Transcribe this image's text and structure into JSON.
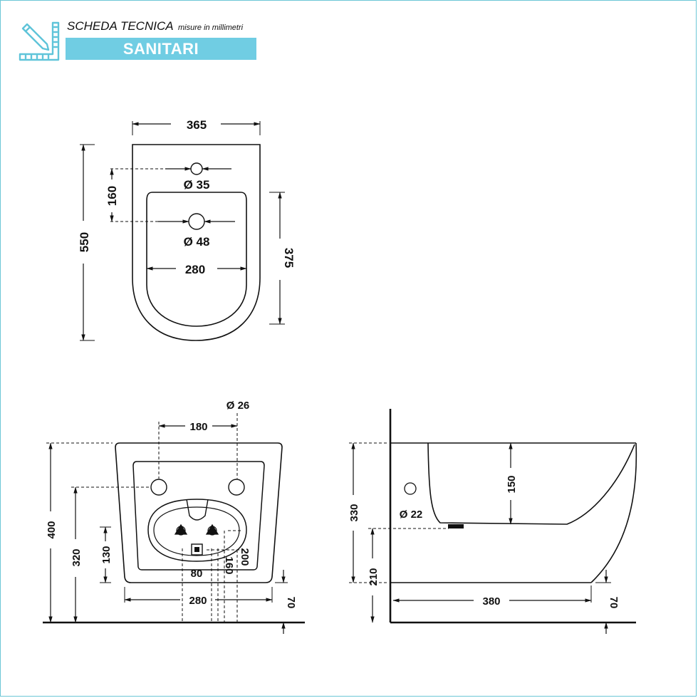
{
  "header": {
    "title": "SCHEDA TECNICA",
    "subtitle": "misure in millimetri",
    "category": "SANITARI"
  },
  "top_view": {
    "width": "365",
    "depth": "550",
    "tap_offset": "160",
    "tap_hole": "Ø 35",
    "drain_hole": "Ø 48",
    "bowl_width": "280",
    "bowl_depth": "375"
  },
  "rear_view": {
    "fixing_hole": "Ø 26",
    "fixing_spacing": "180",
    "height": "400",
    "fixing_height": "320",
    "inlet_height": "130",
    "bottom_width": "280",
    "floor_gap": "70",
    "outlet_width": "80",
    "outlet_height": "160",
    "outlet_depth": "200"
  },
  "side_view": {
    "height": "330",
    "bowl_height": "150",
    "tap_hole": "Ø 22",
    "outlet_height": "210",
    "depth": "380",
    "floor_gap": "70"
  },
  "colors": {
    "accent": "#70cde3",
    "line": "#111111"
  },
  "icons": {
    "header": "ruler-pencil-icon"
  }
}
